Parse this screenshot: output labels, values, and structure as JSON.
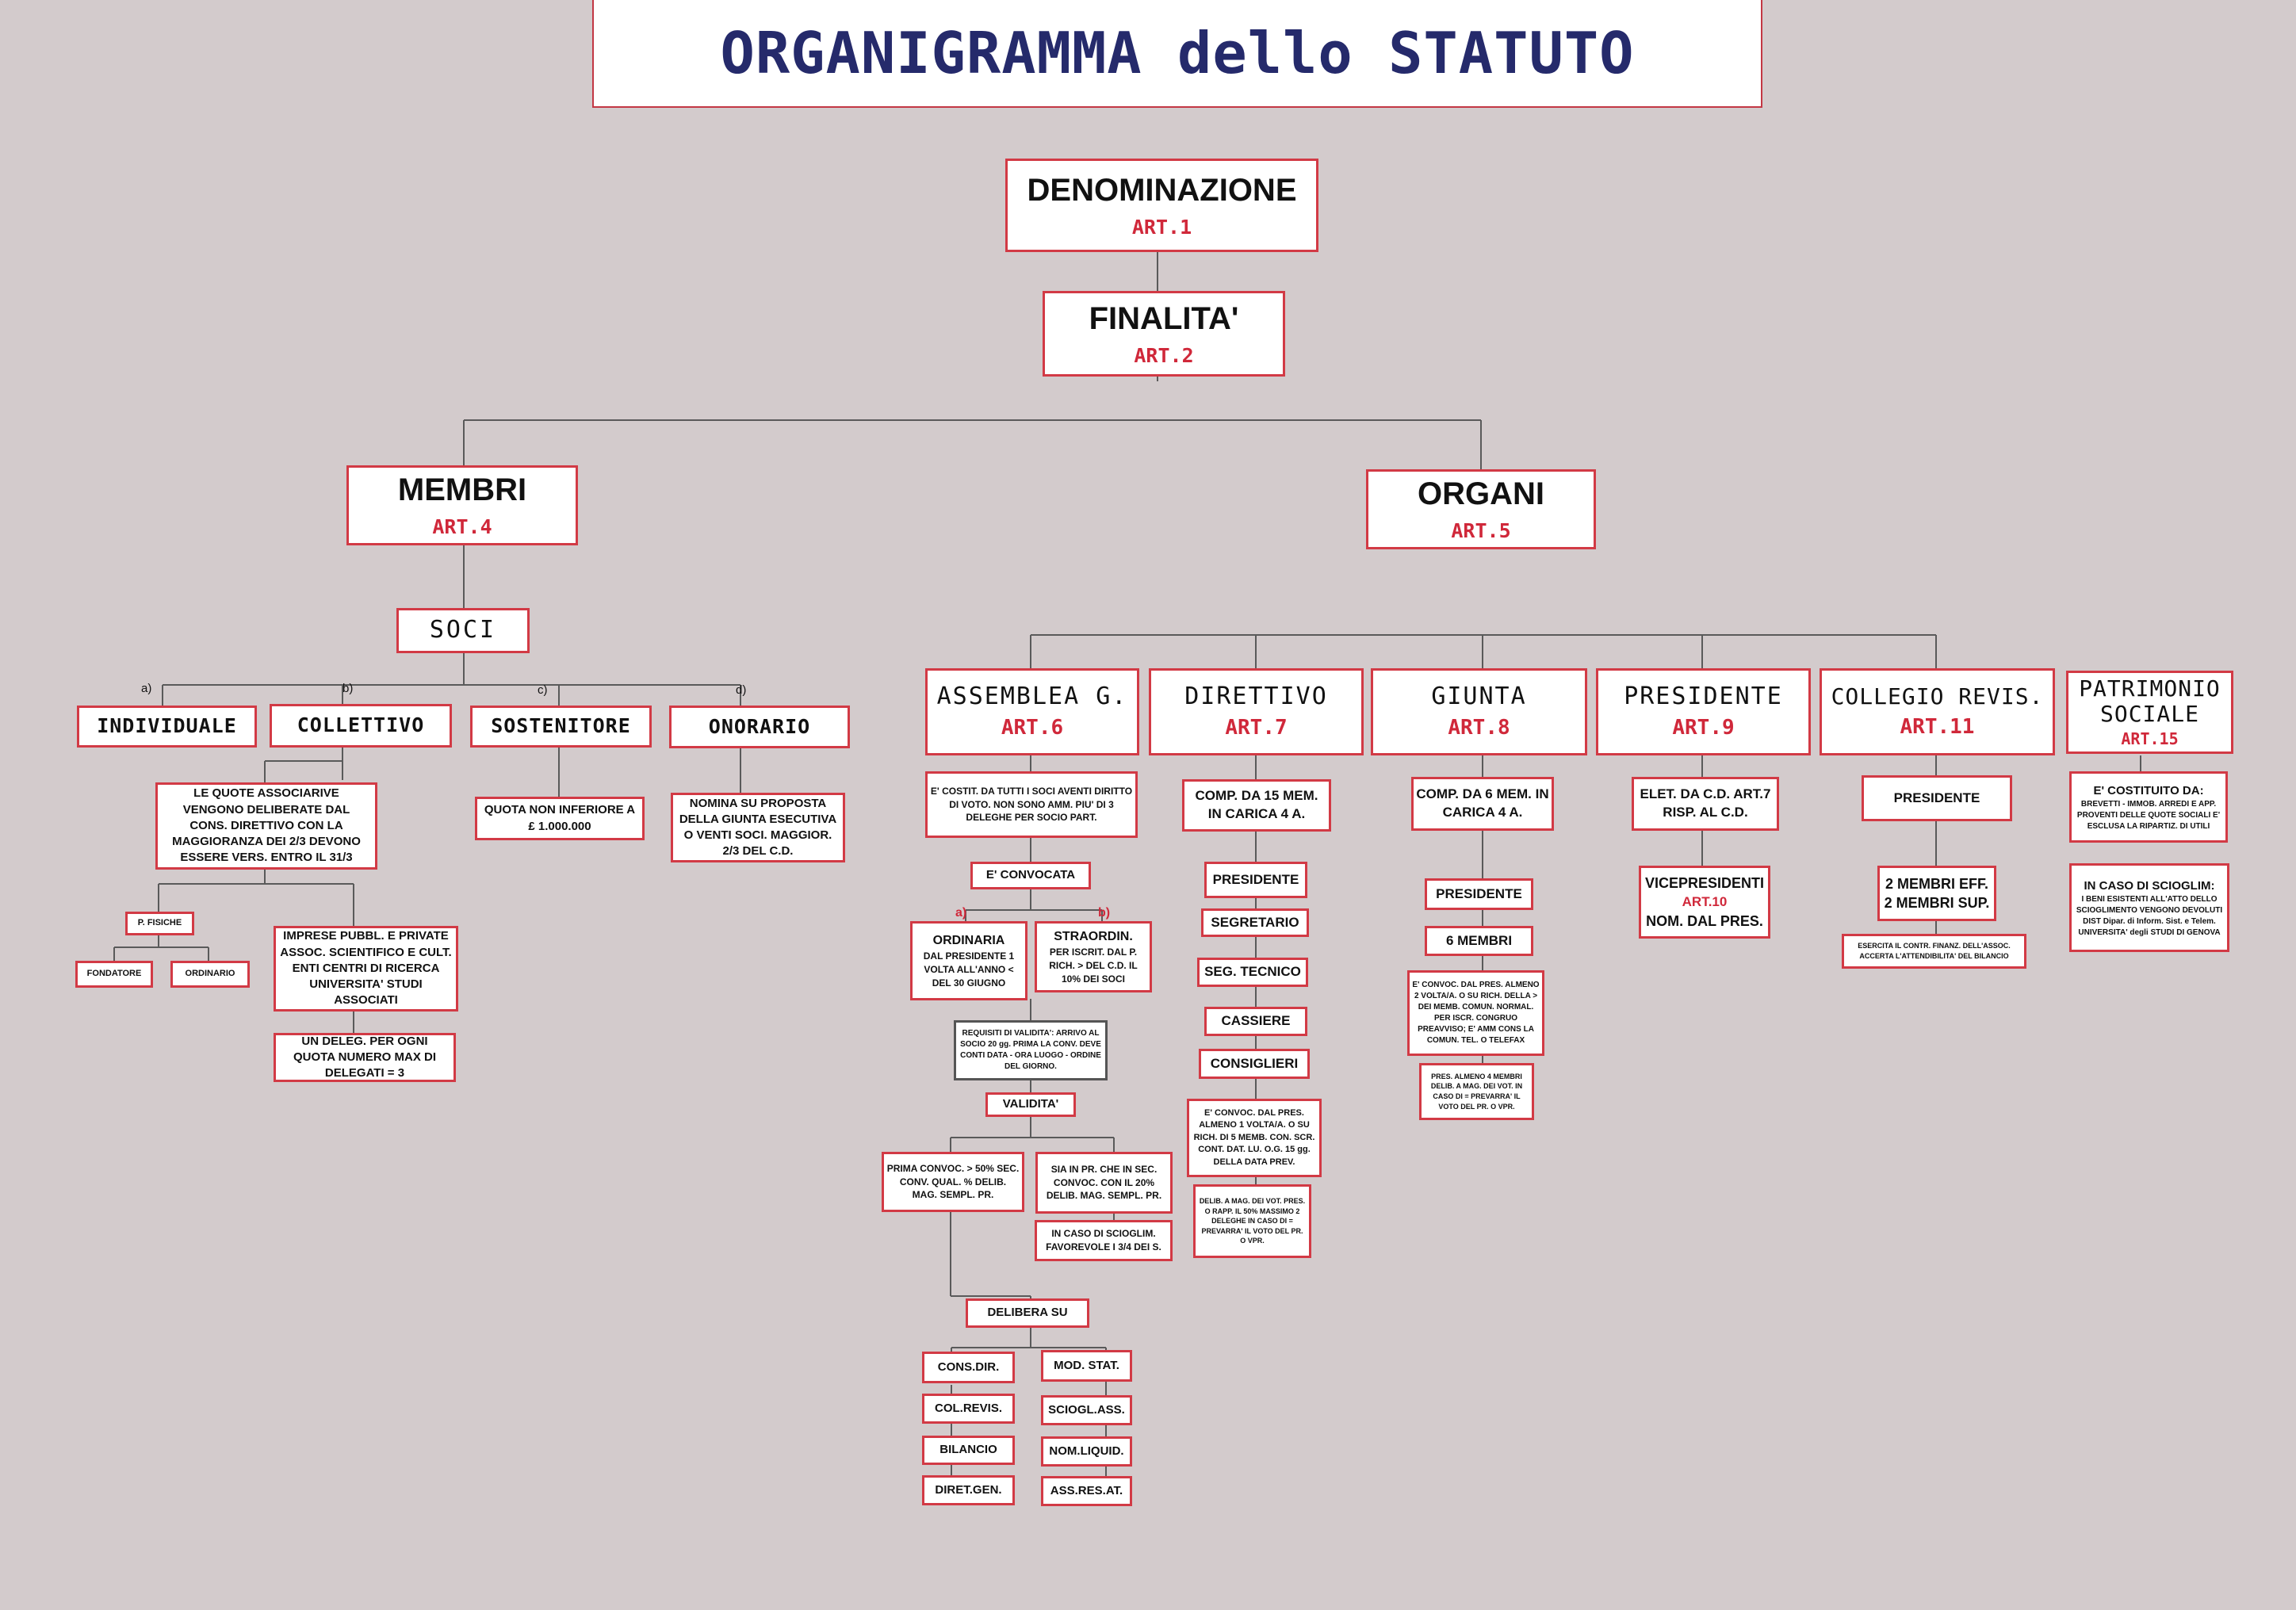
{
  "title": "ORGANIGRAMMA dello STATUTO",
  "root": {
    "denominazione": "DENOMINAZIONE",
    "art1": "ART.1",
    "finalita": "FINALITA'",
    "art2": "ART.2"
  },
  "membri": {
    "label": "MEMBRI",
    "art": "ART.4",
    "soci": "SOCI",
    "letters": [
      "a)",
      "b)",
      "c)",
      "d)"
    ],
    "cats": [
      "INDIVIDUALE",
      "COLLETTIVO",
      "SOSTENITORE",
      "ONORARIO"
    ],
    "quote": "LE QUOTE ASSOCIARIVE VENGONO DELIBERATE DAL CONS. DIRETTIVO CON LA MAGGIORANZA DEI 2/3 DEVONO ESSERE VERS. ENTRO IL 31/3",
    "sostenitore_note": "QUOTA NON INFERIORE A £ 1.000.000",
    "onorario_note": "NOMINA SU PROPOSTA DELLA GIUNTA ESECUTIVA O VENTI SOCI. MAGGIOR. 2/3 DEL C.D.",
    "p_fisiche": "P. FISICHE",
    "fondatore": "FONDATORE",
    "ordinario": "ORDINARIO",
    "imprese": "IMPRESE PUBBL. E PRIVATE ASSOC. SCIENTIFICO E CULT. ENTI CENTRI DI RICERCA UNIVERSITA' STUDI ASSOCIATI",
    "deleg": "UN DELEG. PER OGNI QUOTA NUMERO MAX DI DELEGATI = 3"
  },
  "organi": {
    "label": "ORGANI",
    "art": "ART.5",
    "assemblea": {
      "label": "ASSEMBLEA G.",
      "art": "ART.6",
      "cost": "E' COSTIT. DA TUTTI I SOCI AVENTI DIRITTO DI VOTO. NON SONO AMM. PIU' DI 3 DELEGHE PER SOCIO PART.",
      "convocata": "E' CONVOCATA",
      "letters": [
        "a)",
        "b)"
      ],
      "ordinaria": "ORDINARIA",
      "ordinaria_text": "DAL PRESIDENTE 1 VOLTA ALL'ANNO < DEL 30 GIUGNO",
      "straord": "STRAORDIN.",
      "straord_text": "PER ISCRIT. DAL P. RICH. > DEL C.D. IL 10% DEI SOCI",
      "requisiti": "REQUISITI DI VALIDITA': ARRIVO AL SOCIO 20 gg. PRIMA LA CONV. DEVE CONTI DATA - ORA LUOGO - ORDINE DEL GIORNO.",
      "validita": "VALIDITA'",
      "prima": "PRIMA CONVOC. > 50% SEC. CONV. QUAL. % DELIB. MAG. SEMPL. PR.",
      "sia": "SIA IN PR. CHE IN SEC. CONVOC. CON IL 20% DELIB. MAG. SEMPL. PR.",
      "scioglim": "IN CASO DI SCIOGLIM. FAVOREVOLE I 3/4 DEI S.",
      "delibera": "DELIBERA SU",
      "left_list": [
        "CONS.DIR.",
        "COL.REVIS.",
        "BILANCIO",
        "DIRET.GEN."
      ],
      "right_list": [
        "MOD. STAT.",
        "SCIOGL.ASS.",
        "NOM.LIQUID.",
        "ASS.RES.AT."
      ]
    },
    "direttivo": {
      "label": "DIRETTIVO",
      "art": "ART.7",
      "comp": "COMP. DA 15 MEM. IN CARICA 4 A.",
      "roles": [
        "PRESIDENTE",
        "SEGRETARIO",
        "SEG. TECNICO",
        "CASSIERE",
        "CONSIGLIERI"
      ],
      "convoc": "E' CONVOC. DAL PRES. ALMENO 1 VOLTA/A. O SU RICH. DI 5 MEMB. CON. SCR. CONT. DAT. LU. O.G. 15 gg. DELLA DATA PREV.",
      "delib": "DELIB. A MAG. DEI VOT. PRES. O RAPP. IL 50% MASSIMO 2 DELEGHE IN CASO DI = PREVARRA' IL VOTO DEL PR. O VPR."
    },
    "giunta": {
      "label": "GIUNTA",
      "art": "ART.8",
      "comp": "COMP. DA 6 MEM. IN CARICA 4 A.",
      "roles": [
        "PRESIDENTE",
        "6 MEMBRI"
      ],
      "convoc": "E' CONVOC. DAL PRES. ALMENO 2 VOLTA/A. O SU RICH. DELLA > DEI MEMB. COMUN. NORMAL. PER ISCR. CONGRUO PREAVVISO; E' AMM CONS LA COMUN. TEL. O TELEFAX",
      "delib": "PRES. ALMENO 4 MEMBRI DELIB. A MAG. DEI VOT. IN CASO DI = PREVARRA' IL VOTO DEL PR. O VPR."
    },
    "presidente": {
      "label": "PRESIDENTE",
      "art": "ART.9",
      "elet": "ELET. DA C.D. ART.7 RISP. AL C.D.",
      "vice": "VICEPRESIDENTI",
      "vice_art": "ART.10",
      "vice_nom": "NOM. DAL PRES."
    },
    "collegio": {
      "label": "COLLEGIO REVIS.",
      "art": "ART.11",
      "pres": "PRESIDENTE",
      "membri": "2 MEMBRI EFF. 2 MEMBRI SUP.",
      "eserc": "ESERCITA IL CONTR. FINANZ. DELL'ASSOC. ACCERTA L'ATTENDIBILITA' DEL BILANCIO"
    },
    "patrimonio": {
      "label": "PATRIMONIO SOCIALE",
      "art": "ART.15",
      "cost": "E' COSTITUITO DA:",
      "cost_text": "BREVETTI - IMMOB. ARREDI E APP. PROVENTI DELLE QUOTE SOCIALI E' ESCLUSA LA RIPARTIZ. DI UTILI",
      "sciogl": "IN CASO DI SCIOGLIM:",
      "sciogl_text": "I BENI ESISTENTI ALL'ATTO DELLO SCIOGLIMENTO VENGONO DEVOLUTI DIST Dipar. di Inform. Sist. e Telem. UNIVERSITA' degli STUDI DI GENOVA"
    }
  }
}
